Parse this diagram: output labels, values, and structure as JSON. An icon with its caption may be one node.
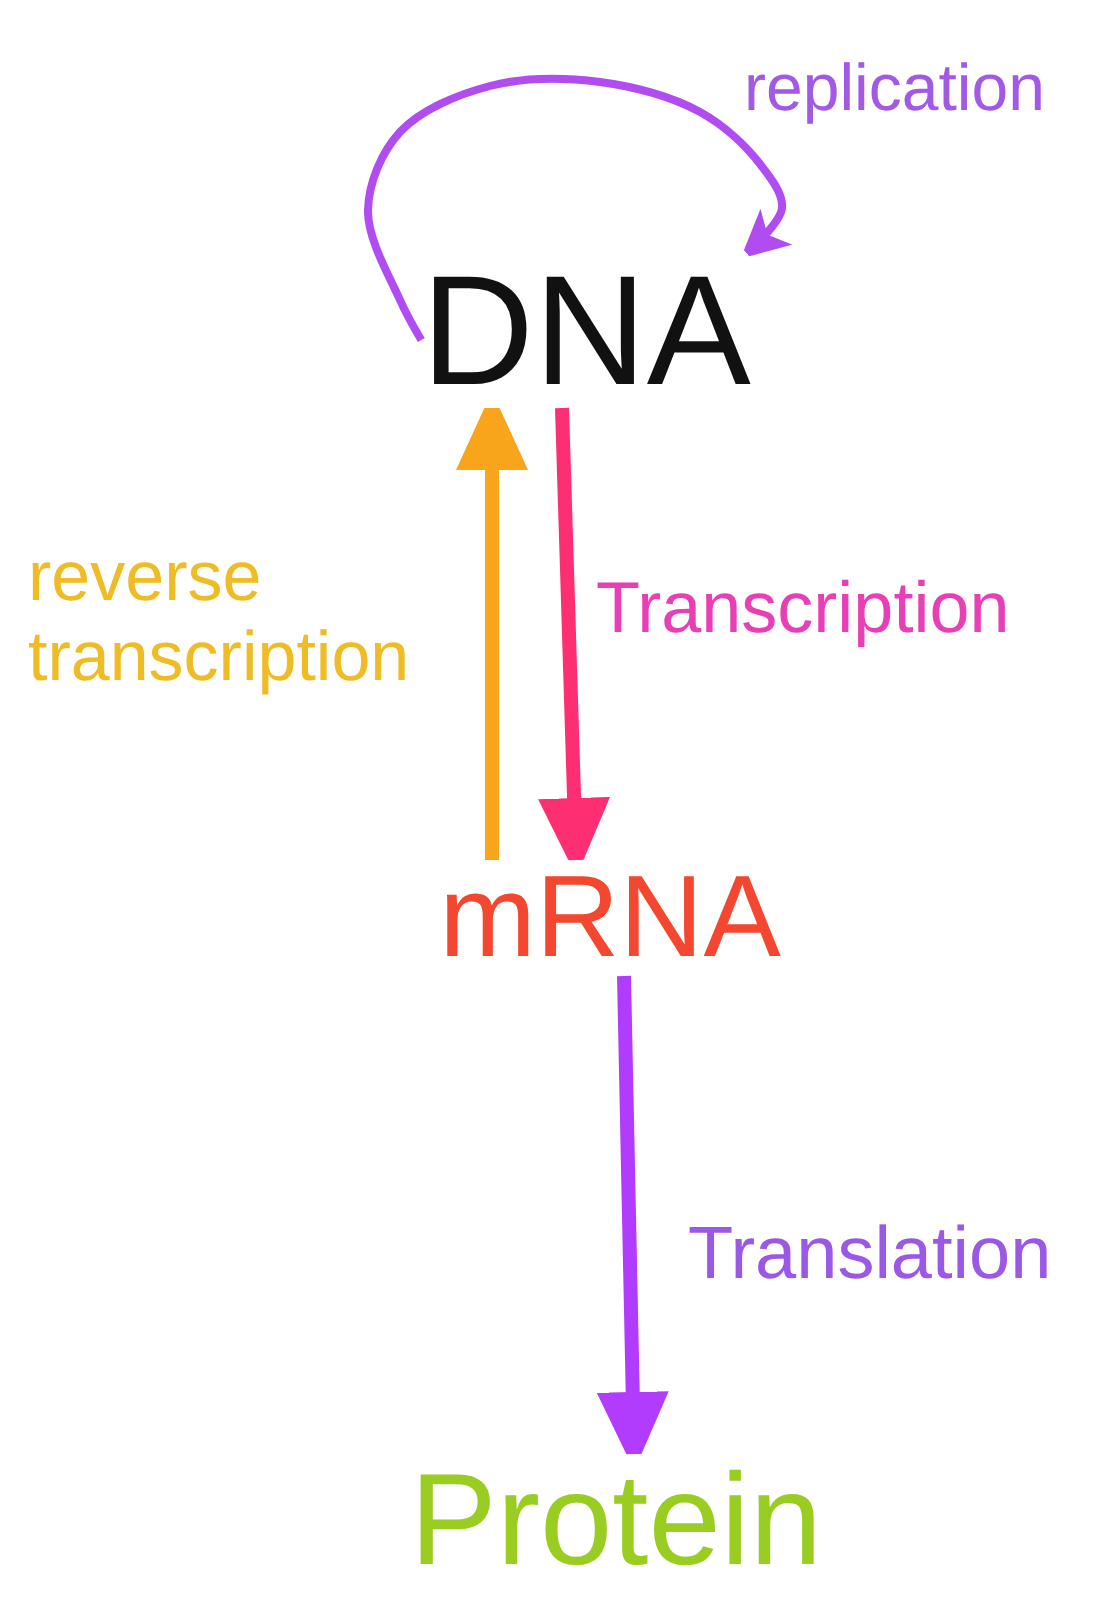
{
  "diagram": {
    "nodes": [
      {
        "text": [
          "DNA"
        ]
      },
      {
        "text": [
          "mRNA"
        ]
      },
      {
        "text": [
          "Protein"
        ]
      }
    ],
    "edges": [
      {
        "from": 0,
        "to": 0,
        "arrow": "to",
        "label": "replication",
        "color": "#b04cf0"
      },
      {
        "from": 1,
        "to": 0,
        "arrow": "to",
        "label": "reverse transcription",
        "color": "#f8a51b"
      },
      {
        "from": 0,
        "to": 1,
        "arrow": "to",
        "label": "Transcription",
        "color": "#fd2e72"
      },
      {
        "from": 1,
        "to": 2,
        "arrow": "to",
        "label": "Translation",
        "color": "#b23cfd"
      }
    ]
  }
}
